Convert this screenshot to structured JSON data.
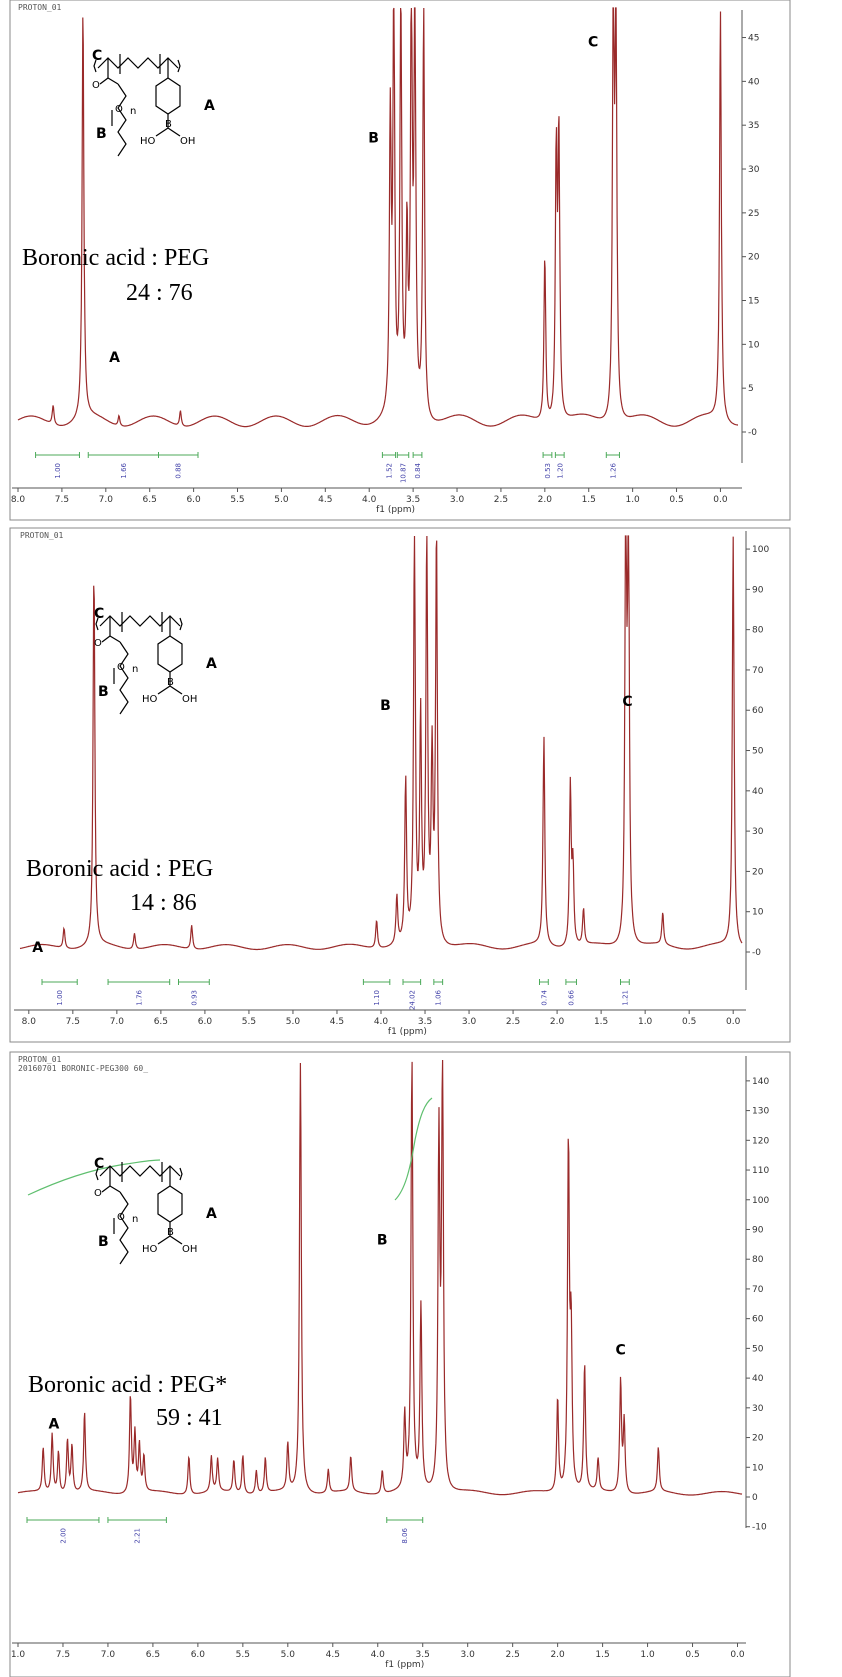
{
  "chart_data": [
    {
      "type": "line",
      "run_label": "PROTON_01",
      "title": "",
      "xlabel": "f1 (ppm)",
      "ylabel": "",
      "xlim": [
        8.0,
        -0.2
      ],
      "ylim": [
        -5,
        47
      ],
      "x_ticks": [
        "8.0",
        "7.5",
        "7.0",
        "6.5",
        "6.0",
        "5.5",
        "5.0",
        "4.5",
        "4.0",
        "3.5",
        "3.0",
        "2.5",
        "2.0",
        "1.5",
        "1.0",
        "0.5",
        "0.0"
      ],
      "y_ticks": [
        "-0",
        "5",
        "10",
        "15",
        "20",
        "25",
        "30",
        "35",
        "40",
        "45"
      ],
      "peaks": [
        {
          "x": 7.6,
          "y": 2.2
        },
        {
          "x": 7.26,
          "y": 47
        },
        {
          "x": 6.85,
          "y": 1.2
        },
        {
          "x": 6.15,
          "y": 1.8
        },
        {
          "x": 3.76,
          "y": 33
        },
        {
          "x": 3.72,
          "y": 47
        },
        {
          "x": 3.64,
          "y": 47
        },
        {
          "x": 3.57,
          "y": 20
        },
        {
          "x": 3.52,
          "y": 47
        },
        {
          "x": 3.48,
          "y": 47
        },
        {
          "x": 3.38,
          "y": 47
        },
        {
          "x": 2.0,
          "y": 19
        },
        {
          "x": 1.87,
          "y": 30
        },
        {
          "x": 1.84,
          "y": 32
        },
        {
          "x": 1.22,
          "y": 47
        },
        {
          "x": 1.19,
          "y": 47
        },
        {
          "x": 0.0,
          "y": 47
        }
      ],
      "integrals": [
        {
          "from": 7.8,
          "to": 7.3,
          "value": "1.00"
        },
        {
          "from": 7.2,
          "to": 6.4,
          "value": "1.66"
        },
        {
          "from": 6.4,
          "to": 5.95,
          "value": "0.88"
        },
        {
          "from": 3.85,
          "to": 3.7,
          "value": "1.52"
        },
        {
          "from": 3.68,
          "to": 3.55,
          "value": "10.87"
        },
        {
          "from": 3.5,
          "to": 3.4,
          "value": "0.84"
        },
        {
          "from": 2.02,
          "to": 1.92,
          "value": "0.53"
        },
        {
          "from": 1.88,
          "to": 1.78,
          "value": "1.20"
        },
        {
          "from": 1.3,
          "to": 1.15,
          "value": "1.26"
        }
      ],
      "annotations": {
        "peak_labels": [
          {
            "text": "A",
            "x": 6.9,
            "y": 8
          },
          {
            "text": "B",
            "x": 3.95,
            "y": 33
          },
          {
            "text": "C",
            "x": 1.45,
            "y": 44
          }
        ],
        "ratio_line1": "Boronic  acid : PEG",
        "ratio_line2": "24  : 76"
      }
    },
    {
      "type": "line",
      "run_label": "PROTON_01",
      "title": "",
      "xlabel": "f1 (ppm)",
      "ylabel": "",
      "xlim": [
        8.1,
        -0.1
      ],
      "ylim": [
        -10,
        102
      ],
      "x_ticks": [
        "8.0",
        "7.5",
        "7.0",
        "6.5",
        "6.0",
        "5.5",
        "5.0",
        "4.5",
        "4.0",
        "3.5",
        "3.0",
        "2.5",
        "2.0",
        "1.5",
        "1.0",
        "0.5",
        "0.0"
      ],
      "y_ticks": [
        "-0",
        "10",
        "20",
        "30",
        "40",
        "50",
        "60",
        "70",
        "80",
        "90",
        "100"
      ],
      "peaks": [
        {
          "x": 7.6,
          "y": 5
        },
        {
          "x": 7.26,
          "y": 93
        },
        {
          "x": 6.8,
          "y": 4
        },
        {
          "x": 6.15,
          "y": 6
        },
        {
          "x": 4.05,
          "y": 7
        },
        {
          "x": 3.82,
          "y": 12
        },
        {
          "x": 3.72,
          "y": 40
        },
        {
          "x": 3.62,
          "y": 102
        },
        {
          "x": 3.55,
          "y": 55
        },
        {
          "x": 3.48,
          "y": 102
        },
        {
          "x": 3.42,
          "y": 45
        },
        {
          "x": 3.37,
          "y": 102
        },
        {
          "x": 2.15,
          "y": 52
        },
        {
          "x": 1.85,
          "y": 40
        },
        {
          "x": 1.82,
          "y": 19
        },
        {
          "x": 1.7,
          "y": 9
        },
        {
          "x": 1.22,
          "y": 102
        },
        {
          "x": 1.19,
          "y": 102
        },
        {
          "x": 0.8,
          "y": 8
        },
        {
          "x": 0.0,
          "y": 102
        }
      ],
      "integrals": [
        {
          "from": 7.85,
          "to": 7.45,
          "value": "1.00"
        },
        {
          "from": 7.1,
          "to": 6.4,
          "value": "1.76"
        },
        {
          "from": 6.3,
          "to": 5.95,
          "value": "0.93"
        },
        {
          "from": 4.2,
          "to": 3.9,
          "value": "1.10"
        },
        {
          "from": 3.75,
          "to": 3.55,
          "value": "24.02"
        },
        {
          "from": 3.4,
          "to": 3.3,
          "value": "1.06"
        },
        {
          "from": 2.2,
          "to": 2.1,
          "value": "0.74"
        },
        {
          "from": 1.9,
          "to": 1.78,
          "value": "0.66"
        },
        {
          "from": 1.28,
          "to": 1.18,
          "value": "1.21"
        }
      ],
      "annotations": {
        "peak_labels": [
          {
            "text": "A",
            "x": 7.9,
            "y": 0
          },
          {
            "text": "B",
            "x": 3.95,
            "y": 60
          },
          {
            "text": "C",
            "x": 1.2,
            "y": 61
          }
        ],
        "ratio_line1": "Boronic  acid : PEG",
        "ratio_line2": "14  : 86"
      }
    },
    {
      "type": "line",
      "run_label": "PROTON_01",
      "subtitle": "20160701 BORONIC-PEG300 60_",
      "title": "",
      "xlabel": "f1 (ppm)",
      "ylabel": "",
      "xlim": [
        8.0,
        -0.05
      ],
      "ylim": [
        -15,
        145
      ],
      "x_ticks": [
        "1.0",
        "7.5",
        "7.0",
        "6.5",
        "6.0",
        "5.5",
        "5.0",
        "4.5",
        "4.0",
        "3.5",
        "3.0",
        "2.5",
        "2.0",
        "1.5",
        "1.0",
        "0.5",
        "0.0"
      ],
      "y_ticks": [
        "-10",
        "0",
        "10",
        "20",
        "30",
        "40",
        "50",
        "60",
        "70",
        "80",
        "90",
        "100",
        "110",
        "120",
        "130",
        "140"
      ],
      "peaks": [
        {
          "x": 7.72,
          "y": 15
        },
        {
          "x": 7.62,
          "y": 20
        },
        {
          "x": 7.55,
          "y": 14
        },
        {
          "x": 7.45,
          "y": 18
        },
        {
          "x": 7.4,
          "y": 16
        },
        {
          "x": 7.26,
          "y": 27
        },
        {
          "x": 6.75,
          "y": 33
        },
        {
          "x": 6.7,
          "y": 20
        },
        {
          "x": 6.65,
          "y": 16
        },
        {
          "x": 6.6,
          "y": 12
        },
        {
          "x": 6.1,
          "y": 13
        },
        {
          "x": 5.85,
          "y": 12
        },
        {
          "x": 5.78,
          "y": 11
        },
        {
          "x": 5.6,
          "y": 11
        },
        {
          "x": 5.5,
          "y": 13
        },
        {
          "x": 5.35,
          "y": 8
        },
        {
          "x": 5.25,
          "y": 12
        },
        {
          "x": 5.0,
          "y": 16
        },
        {
          "x": 4.86,
          "y": 145
        },
        {
          "x": 4.55,
          "y": 8
        },
        {
          "x": 4.3,
          "y": 12
        },
        {
          "x": 3.95,
          "y": 8
        },
        {
          "x": 3.7,
          "y": 25
        },
        {
          "x": 3.62,
          "y": 145
        },
        {
          "x": 3.52,
          "y": 62
        },
        {
          "x": 3.32,
          "y": 118
        },
        {
          "x": 3.28,
          "y": 145
        },
        {
          "x": 2.0,
          "y": 32
        },
        {
          "x": 1.88,
          "y": 116
        },
        {
          "x": 1.85,
          "y": 52
        },
        {
          "x": 1.7,
          "y": 43
        },
        {
          "x": 1.55,
          "y": 11
        },
        {
          "x": 1.3,
          "y": 38
        },
        {
          "x": 1.26,
          "y": 24
        },
        {
          "x": 0.88,
          "y": 15
        }
      ],
      "integrals": [
        {
          "from": 7.9,
          "to": 7.1,
          "value": "2.00"
        },
        {
          "from": 7.0,
          "to": 6.35,
          "value": "2.21"
        },
        {
          "from": 3.9,
          "to": 3.5,
          "value": "8.06"
        }
      ],
      "annotations": {
        "peak_labels": [
          {
            "text": "A",
            "x": 7.6,
            "y": 23
          },
          {
            "text": "B",
            "x": 3.95,
            "y": 85
          },
          {
            "text": "C",
            "x": 1.3,
            "y": 48
          }
        ],
        "ratio_line1": "Boronic  acid : PEG*",
        "ratio_line2": "59 : 41"
      }
    }
  ],
  "structure_labels": {
    "carbonyl_o": "O",
    "ether_o": "O",
    "repeat": "n",
    "boron": "B",
    "hydroxyl": "HO",
    "hydroxyl2": "OH",
    "ring": "A",
    "chain": "B",
    "backbone": "C"
  }
}
